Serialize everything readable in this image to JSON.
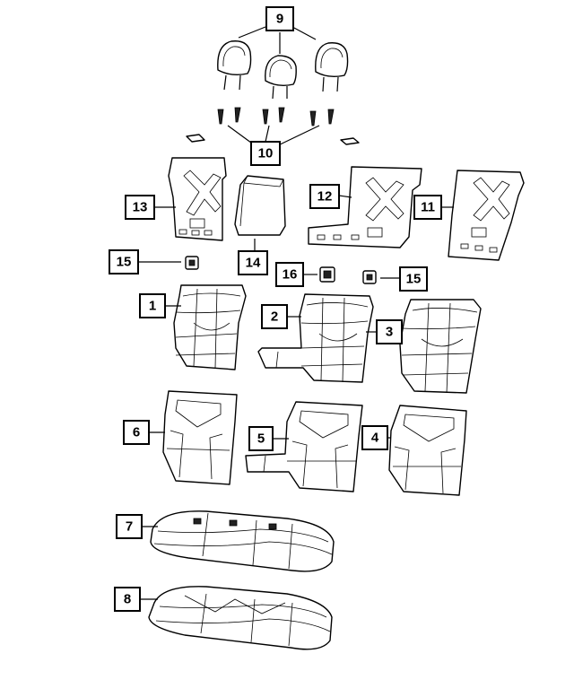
{
  "callouts": {
    "c1": "1",
    "c2": "2",
    "c3": "3",
    "c4": "4",
    "c5": "5",
    "c6": "6",
    "c7": "7",
    "c8": "8",
    "c9": "9",
    "c10": "10",
    "c11": "11",
    "c12": "12",
    "c13": "13",
    "c14": "14",
    "c15a": "15",
    "c15b": "15",
    "c16": "16"
  },
  "colors": {
    "line": "#000000",
    "background": "#ffffff"
  }
}
